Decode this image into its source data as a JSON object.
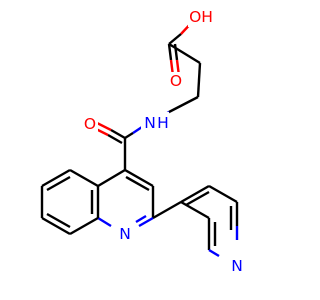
{
  "molecule": {
    "colors": {
      "bond": "#000000",
      "oxygen": "#ff0000",
      "nitrogen": "#0000ff"
    },
    "atoms": [
      {
        "id": "O_hydroxyl",
        "label": "OH",
        "element": "O"
      },
      {
        "id": "O_carboxyl",
        "label": "O",
        "element": "O"
      },
      {
        "id": "O_amide",
        "label": "O",
        "element": "O"
      },
      {
        "id": "N_amide",
        "label": "N",
        "element": "N",
        "hydrogen": "H"
      },
      {
        "id": "N_quinoline",
        "label": "N",
        "element": "N"
      },
      {
        "id": "N_pyridine",
        "label": "N",
        "element": "N"
      }
    ]
  }
}
